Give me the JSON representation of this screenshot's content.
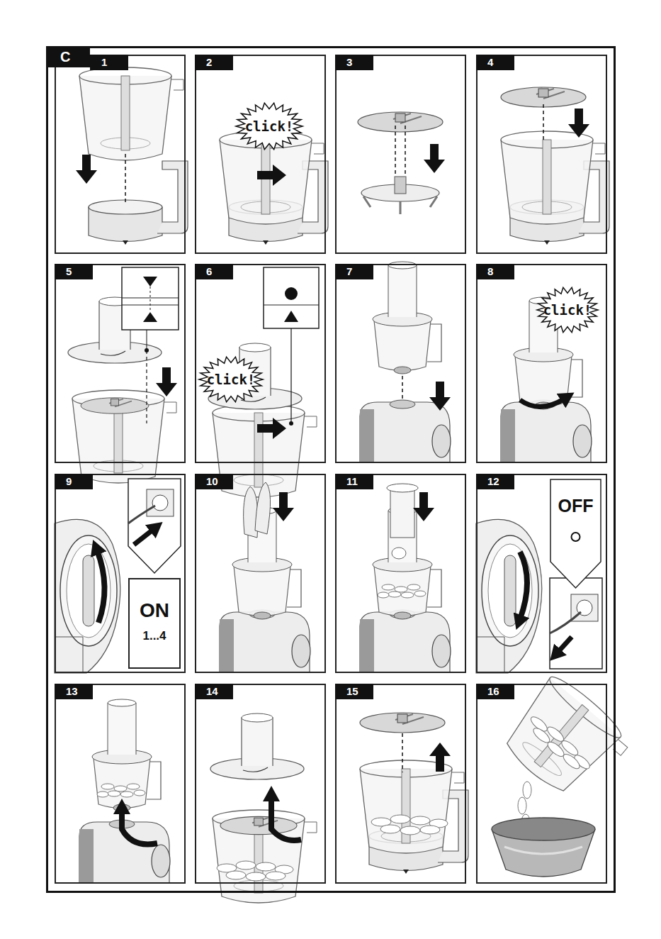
{
  "diagram": {
    "nodes": [
      {
        "text": [
          "C"
        ]
      },
      {
        "text": [
          "1"
        ],
        "in": 0
      },
      {
        "text": [
          "2"
        ],
        "in": 0
      },
      {
        "text": [
          "click!"
        ],
        "in": 2
      },
      {
        "text": [
          "3"
        ],
        "in": 0
      },
      {
        "text": [
          "4"
        ],
        "in": 0
      },
      {
        "text": [
          "5"
        ],
        "in": 0
      },
      {
        "text": [
          "6"
        ],
        "in": 0
      },
      {
        "text": [
          "click!"
        ],
        "in": 7
      },
      {
        "text": [
          "7"
        ],
        "in": 0
      },
      {
        "text": [
          "8"
        ],
        "in": 0
      },
      {
        "text": [
          "click!"
        ],
        "in": 10
      },
      {
        "text": [
          "9"
        ],
        "in": 0
      },
      {
        "text": [
          "ON",
          "1...4"
        ],
        "in": 12
      },
      {
        "text": [
          "10"
        ],
        "in": 0
      },
      {
        "text": [
          "11"
        ],
        "in": 0
      },
      {
        "text": [
          "12"
        ],
        "in": 0
      },
      {
        "text": [
          "OFF"
        ],
        "in": 16
      },
      {
        "text": [
          "13"
        ],
        "in": 0
      },
      {
        "text": [
          "14"
        ],
        "in": 0
      },
      {
        "text": [
          "15"
        ],
        "in": 0
      },
      {
        "text": [
          "16"
        ],
        "in": 0
      }
    ]
  }
}
